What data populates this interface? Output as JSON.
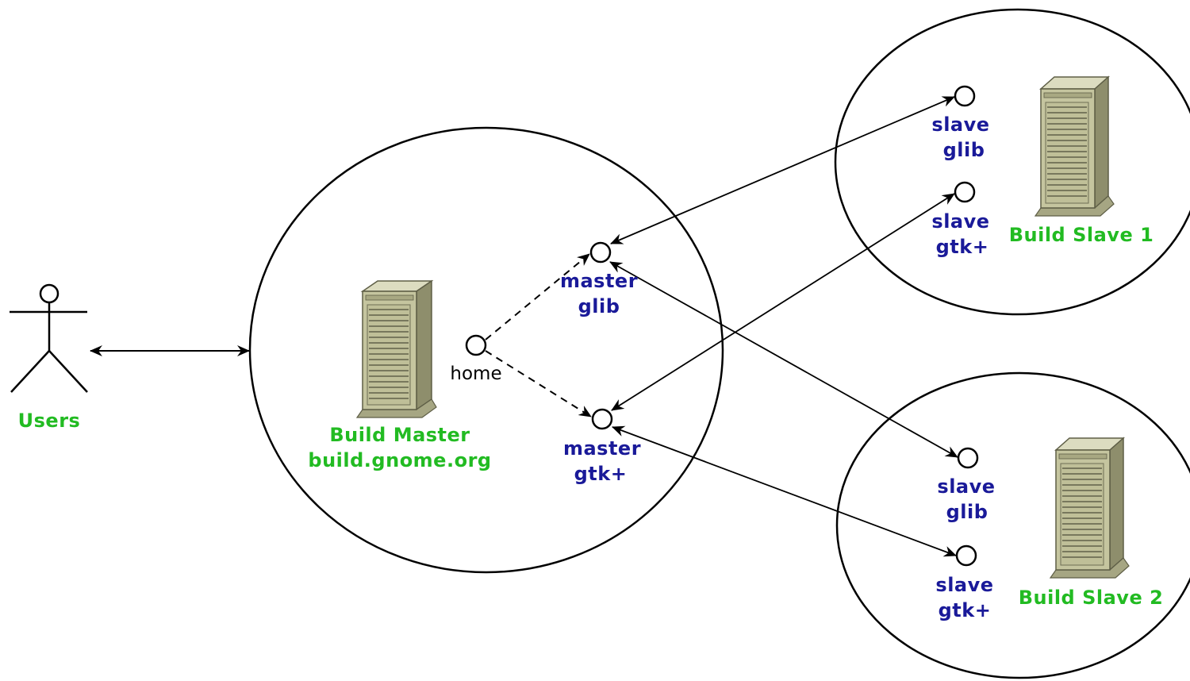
{
  "diagram": {
    "users_label": "Users",
    "master": {
      "name": "Build Master",
      "host": "build.gnome.org",
      "home_label": "home",
      "port_glib": [
        "master",
        "glib"
      ],
      "port_gtk": [
        "master",
        "gtk+"
      ]
    },
    "slave1": {
      "name": "Build Slave 1",
      "port_glib": [
        "slave",
        "glib"
      ],
      "port_gtk": [
        "slave",
        "gtk+"
      ]
    },
    "slave2": {
      "name": "Build Slave 2",
      "port_glib": [
        "slave",
        "glib"
      ],
      "port_gtk": [
        "slave",
        "gtk+"
      ]
    }
  },
  "colors": {
    "green": "#22bb22",
    "blue": "#1a1a99",
    "line": "#000000",
    "server_front": "#c5c59f",
    "server_side": "#8e8e6c",
    "server_top": "#dcdcc0",
    "server_stroke": "#5e5e46"
  },
  "icons": [
    "stick-figure-icon",
    "server-tower-icon",
    "port-circle-icon",
    "arrowhead-icon"
  ]
}
